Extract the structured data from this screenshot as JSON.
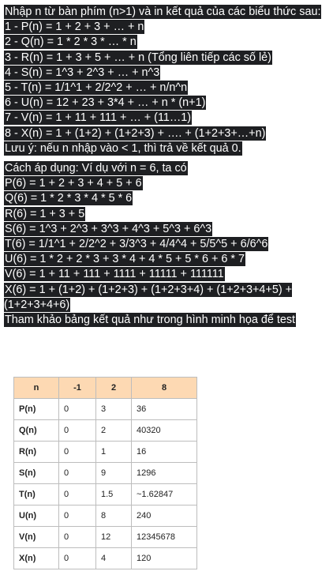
{
  "problem_lines": [
    "Nhập  n từ bàn phím (n>1) và in kết quả của các biểu thức sau:",
    "1 - P(n) = 1 + 2 + 3 + … + n",
    "2 - Q(n) = 1 * 2 * 3 * … * n",
    "3 - R(n) = 1 + 3 + 5 + … + n (Tổng liên tiếp các số lẻ)",
    "4 - S(n) = 1^3 + 2^3 + … + n^3",
    "5 - T(n) = 1/1^1 + 2/2^2 + … + n/n^n",
    "6 - U(n) = 12 + 23 + 3*4 + … + n * (n+1)",
    "7 - V(n) = 1 + 11 + 111 + … + (11…1)",
    "8 - X(n) = 1 + (1+2) + (1+2+3) + …. + (1+2+3+…+n)",
    "Lưu ý: nếu n nhập vào < 1, thì trả về kết quả 0."
  ],
  "example_lines": [
    "Cách áp dụng: Ví dụ với n = 6, ta có",
    "P(6) = 1 + 2 + 3 + 4 + 5 + 6",
    "Q(6) = 1 * 2 * 3 * 4 * 5 * 6",
    "R(6) = 1 + 3 + 5",
    "S(6) = 1^3 + 2^3 + 3^3 + 4^3 + 5^3 + 6^3",
    "T(6) = 1/1^1 + 2/2^2 + 3/3^3 + 4/4^4 + 5/5^5 + 6/6^6",
    "U(6) = 1 * 2 + 2 * 3 + 3 * 4 + 4 * 5 + 5 * 6 + 6 * 7",
    "V(6) = 1 + 11 + 111 + 1111 + 11111 + 111111",
    "X(6) = 1 + (1+2) + (1+2+3) + (1+2+3+4) + (1+2+3+4+5) + (1+2+3+4+6)",
    "Tham khảo bảng kết quả như trong hình minh họa để test"
  ],
  "table": {
    "headers": [
      "n",
      "-1",
      "2",
      "8"
    ],
    "rows": [
      [
        "P(n)",
        "0",
        "3",
        "36"
      ],
      [
        "Q(n)",
        "0",
        "2",
        "40320"
      ],
      [
        "R(n)",
        "0",
        "1",
        "16"
      ],
      [
        "S(n)",
        "0",
        "9",
        "1296"
      ],
      [
        "T(n)",
        "0",
        "1.5",
        "~1.62847"
      ],
      [
        "U(n)",
        "0",
        "8",
        "240"
      ],
      [
        "V(n)",
        "0",
        "12",
        "12345678"
      ],
      [
        "X(n)",
        "0",
        "4",
        "120"
      ]
    ],
    "header_color": "#fdd9b3",
    "text_highlight_color": "#1e1f22"
  }
}
